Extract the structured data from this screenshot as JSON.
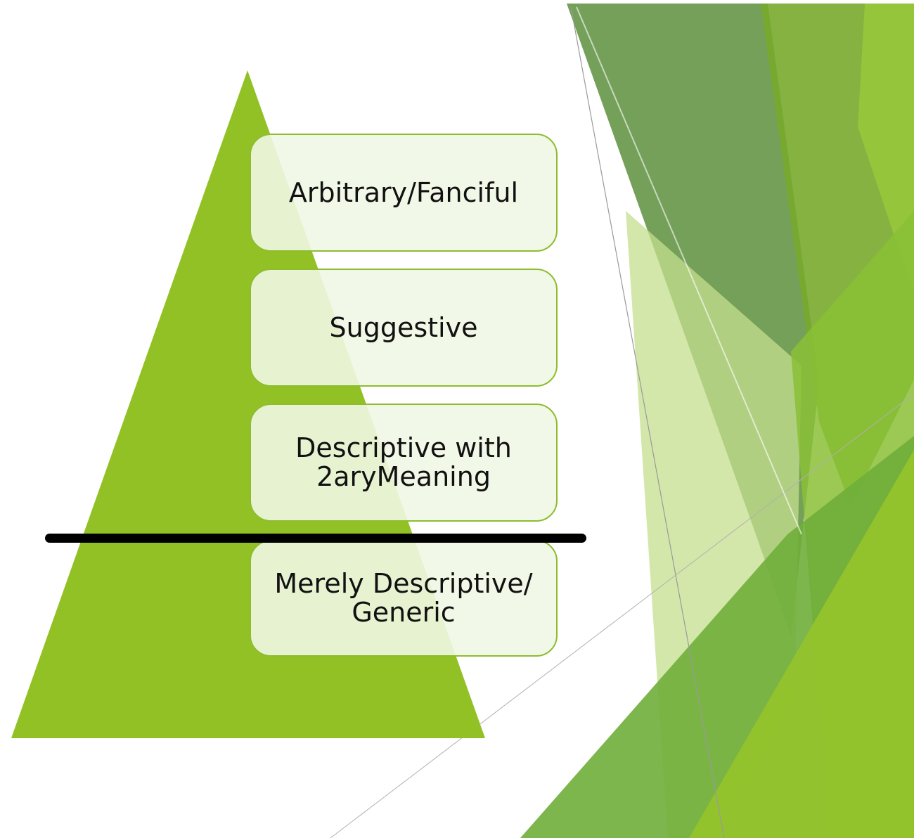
{
  "colors": {
    "pyramid": "#92c126",
    "box_fill": "#f1f7e4",
    "box_border": "#8dbd2e",
    "divider": "#000000",
    "background": "#ffffff"
  },
  "pyramid": {
    "tiers": [
      {
        "label": "Arbitrary/Fanciful"
      },
      {
        "label": "Suggestive"
      },
      {
        "label": "Descriptive with\n2aryMeaning"
      },
      {
        "label": "Merely Descriptive/\nGeneric"
      }
    ]
  }
}
